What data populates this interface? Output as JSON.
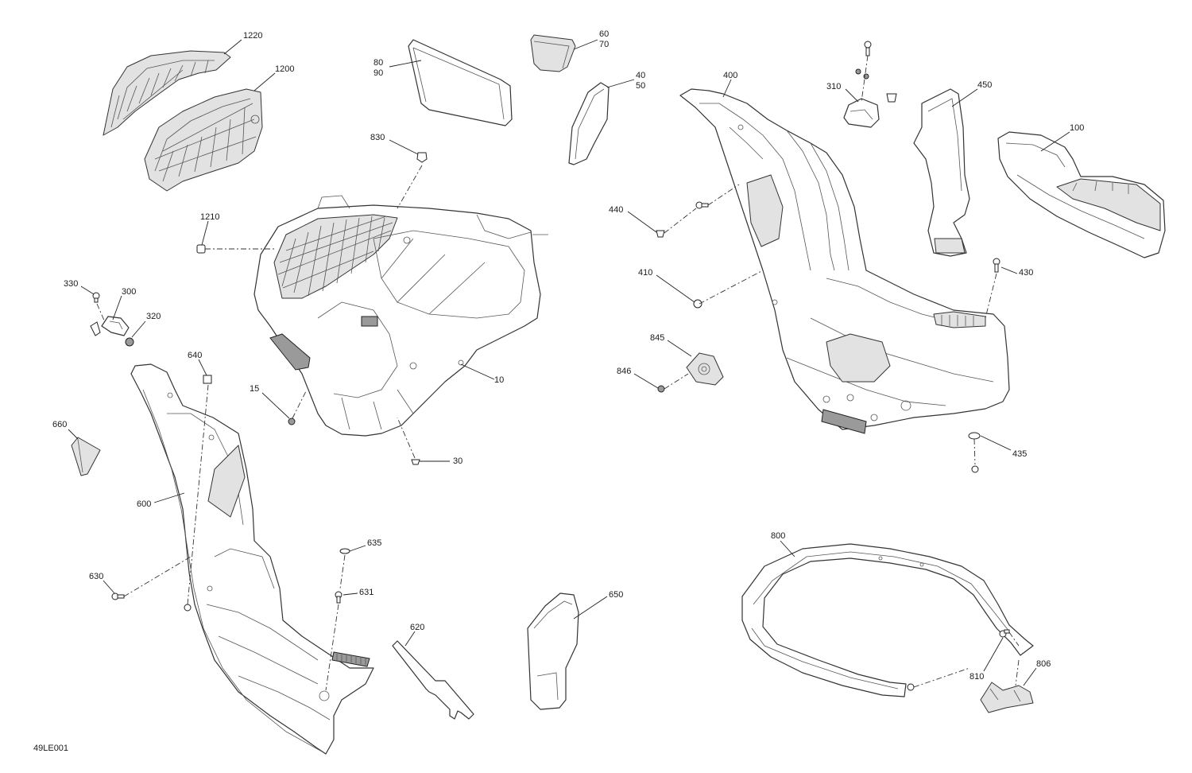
{
  "diagram_code": "49LE001",
  "callouts": [
    {
      "id": "c1220",
      "text": "1220"
    },
    {
      "id": "c1200",
      "text": "1200"
    },
    {
      "id": "c8090a",
      "text": "80"
    },
    {
      "id": "c8090b",
      "text": "90"
    },
    {
      "id": "c6070a",
      "text": "60"
    },
    {
      "id": "c6070b",
      "text": "70"
    },
    {
      "id": "c4050a",
      "text": "40"
    },
    {
      "id": "c4050b",
      "text": "50"
    },
    {
      "id": "c830",
      "text": "830"
    },
    {
      "id": "c1210",
      "text": "1210"
    },
    {
      "id": "c330",
      "text": "330"
    },
    {
      "id": "c300",
      "text": "300"
    },
    {
      "id": "c320",
      "text": "320"
    },
    {
      "id": "c640",
      "text": "640"
    },
    {
      "id": "c15",
      "text": "15"
    },
    {
      "id": "c10",
      "text": "10"
    },
    {
      "id": "c30",
      "text": "30"
    },
    {
      "id": "c660",
      "text": "660"
    },
    {
      "id": "c600",
      "text": "600"
    },
    {
      "id": "c630",
      "text": "630"
    },
    {
      "id": "c635",
      "text": "635"
    },
    {
      "id": "c631",
      "text": "631"
    },
    {
      "id": "c620",
      "text": "620"
    },
    {
      "id": "c650",
      "text": "650"
    },
    {
      "id": "c400",
      "text": "400"
    },
    {
      "id": "c310",
      "text": "310"
    },
    {
      "id": "c450",
      "text": "450"
    },
    {
      "id": "c100",
      "text": "100"
    },
    {
      "id": "c440",
      "text": "440"
    },
    {
      "id": "c410",
      "text": "410"
    },
    {
      "id": "c430",
      "text": "430"
    },
    {
      "id": "c845",
      "text": "845"
    },
    {
      "id": "c846",
      "text": "846"
    },
    {
      "id": "c435",
      "text": "435"
    },
    {
      "id": "c800",
      "text": "800"
    },
    {
      "id": "c810",
      "text": "810"
    },
    {
      "id": "c806",
      "text": "806"
    }
  ]
}
